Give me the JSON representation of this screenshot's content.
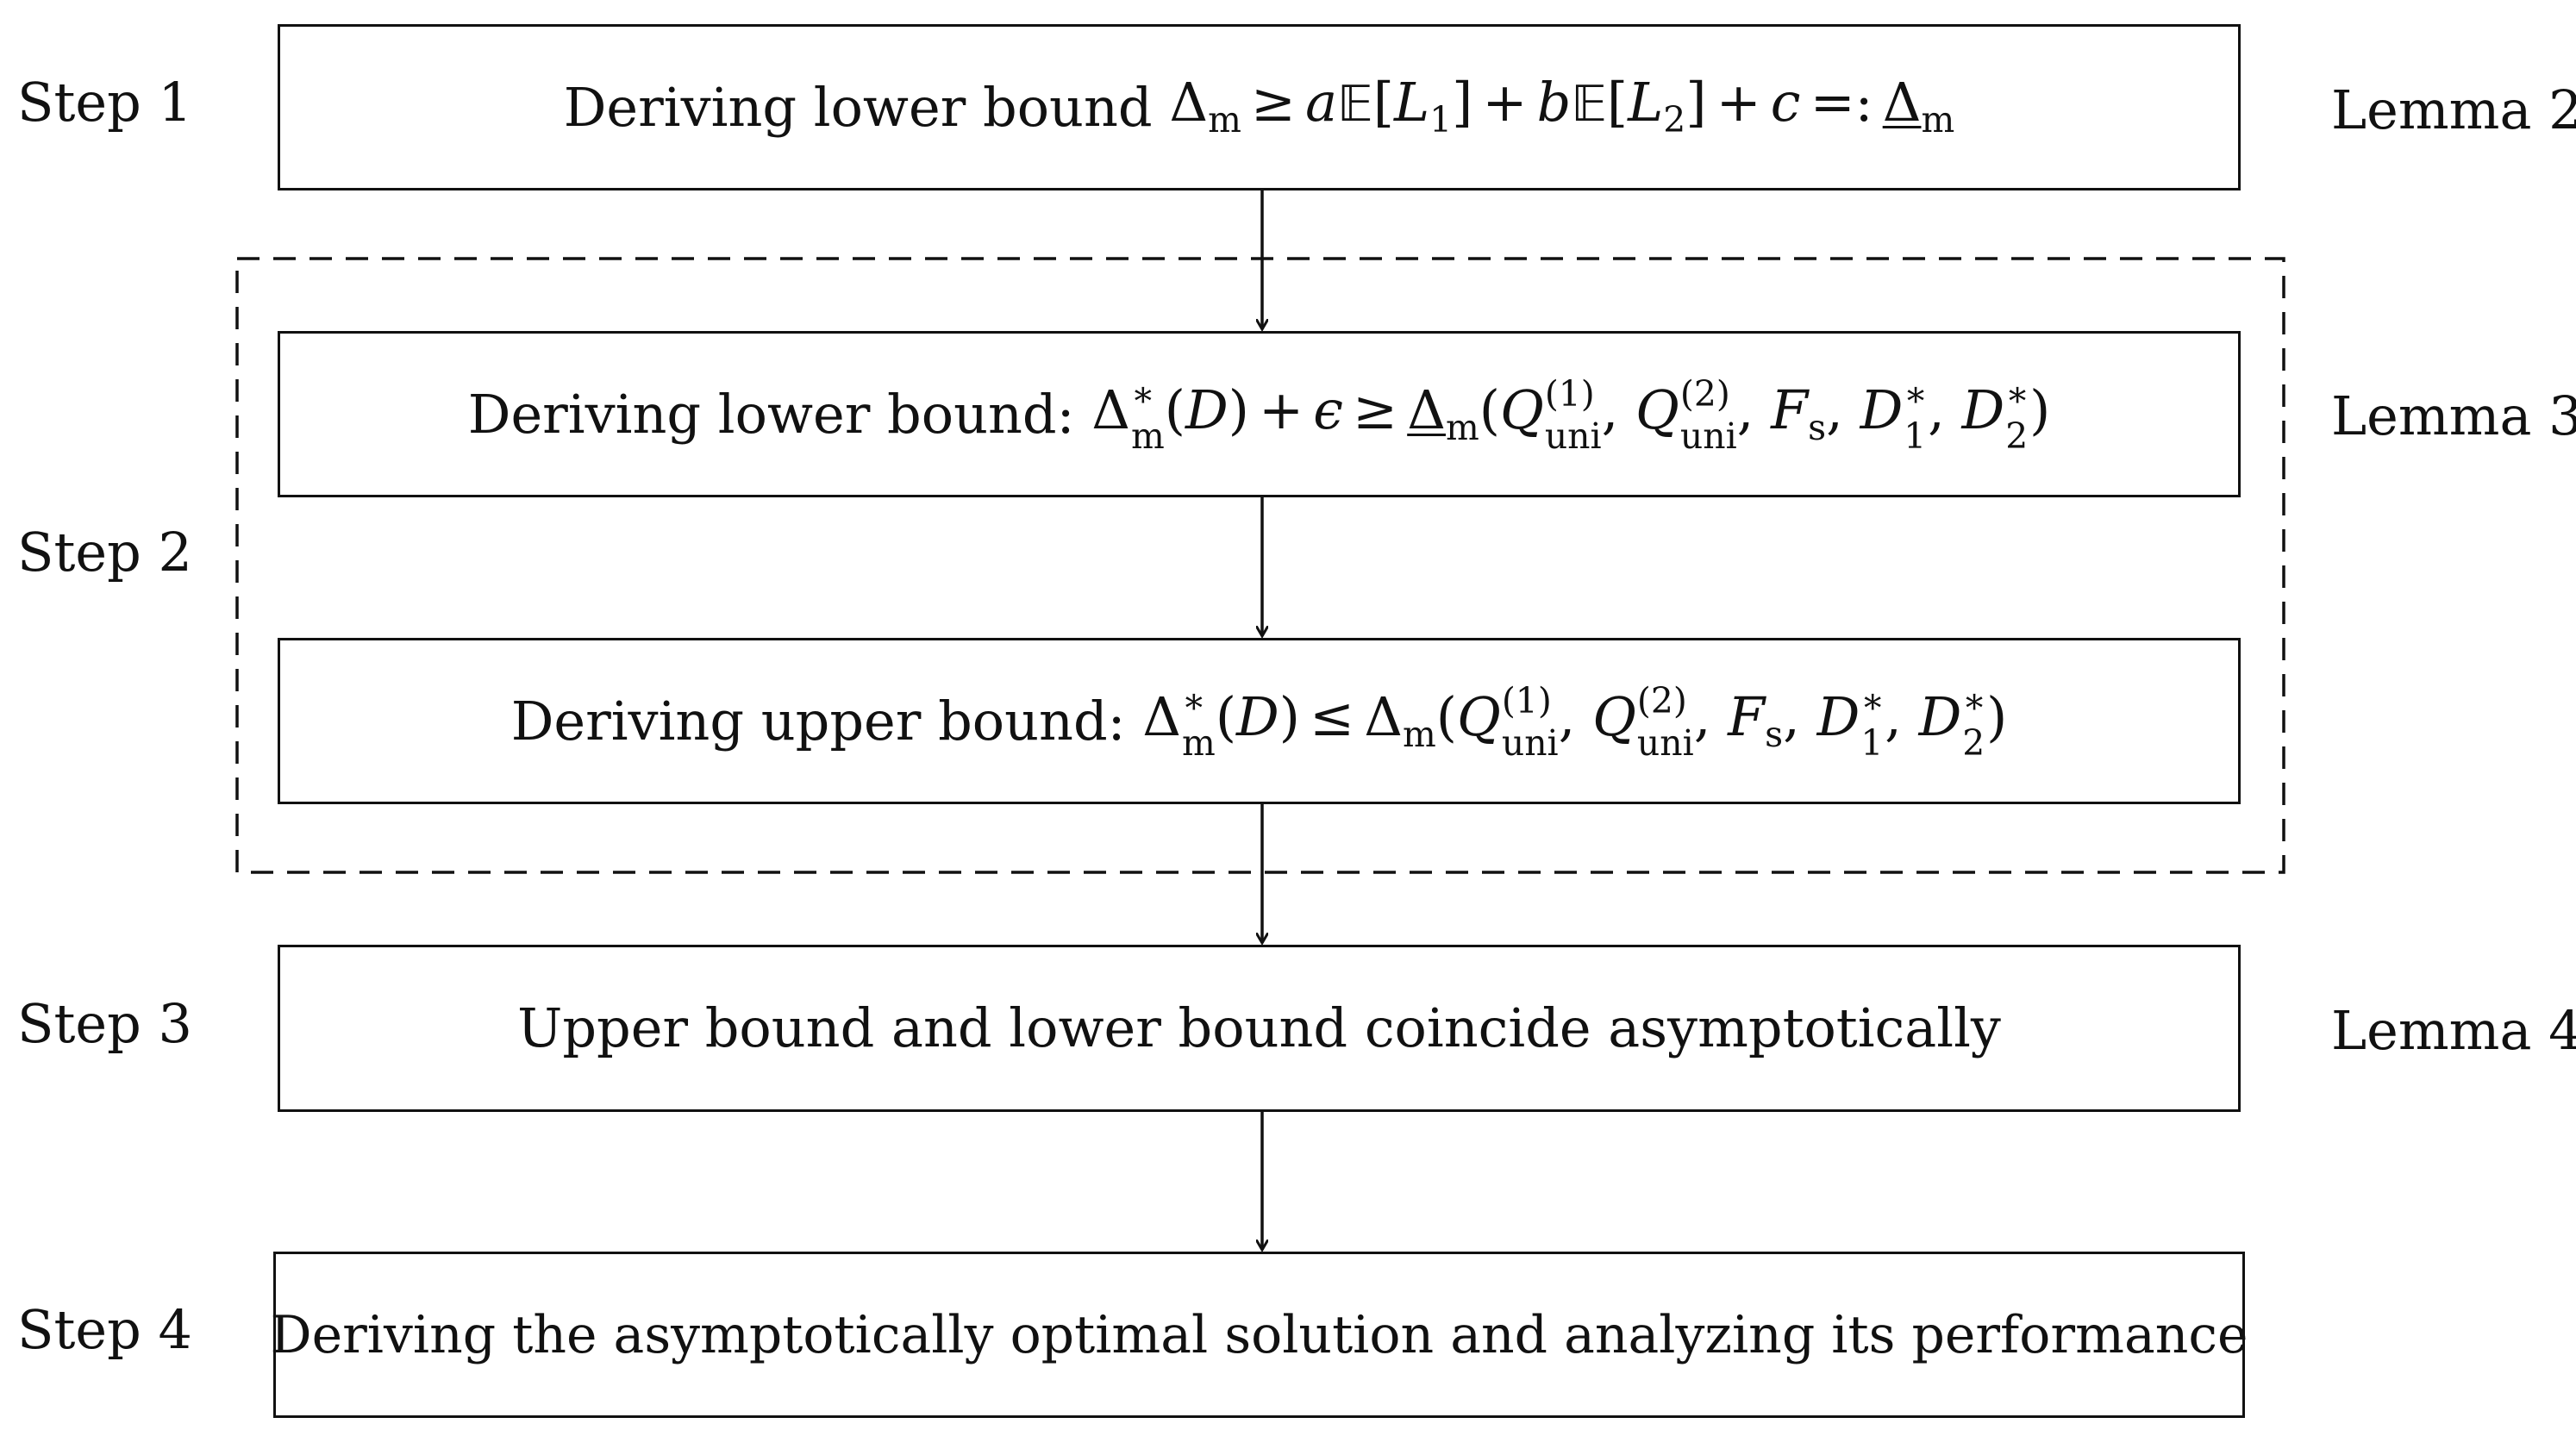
{
  "steps": [
    {
      "label": "Step 1"
    },
    {
      "label": "Step 2"
    },
    {
      "label": "Step 3"
    },
    {
      "label": "Step 4"
    }
  ],
  "lemmas": [
    {
      "label": "Lemma 2"
    },
    {
      "label": "Lemma 3"
    },
    {
      "label": "Lemma 4"
    }
  ],
  "boxes": {
    "box1": {
      "prefix": "Deriving lower bound ",
      "formula": "Δ_m ≥ a𝔼[L_1] + b𝔼[L_2] + c =: Δ̲_m"
    },
    "box2": {
      "prefix": "Deriving lower bound: ",
      "formula": "Δ*_m(D) + ε ≥ Δ̲_m(Q^(1)_uni, Q^(2)_uni, F_s, D*_1, D*_2)"
    },
    "box3": {
      "prefix": "Deriving upper bound: ",
      "formula": "Δ*_m(D) ≤ Δ_m(Q^(1)_uni, Q^(2)_uni, F_s, D*_1, D*_2)"
    },
    "box4": {
      "text": "Upper bound and lower bound coincide asymptotically"
    },
    "box5": {
      "text": "Deriving the asymptotically optimal solution and analyzing its performance"
    }
  },
  "symbols": {
    "delta": "Δ",
    "m": "m",
    "geq": "≥",
    "leq": "≤",
    "plus": "+",
    "defeq": "=:",
    "a": "a",
    "b": "b",
    "c": "c",
    "E": "𝔼",
    "L": "L",
    "one": "1",
    "two": "2",
    "star": "∗",
    "D": "D",
    "eps": "ϵ",
    "Q": "Q",
    "uni": "uni",
    "sup1": "(1)",
    "sup2": "(2)",
    "F": "F",
    "s": "s",
    "lparen": "(",
    "rparen": ")",
    "lbrack": "[",
    "rbrack": "]",
    "comma": ","
  },
  "colors": {
    "stroke": "#111111",
    "background": "#ffffff"
  }
}
